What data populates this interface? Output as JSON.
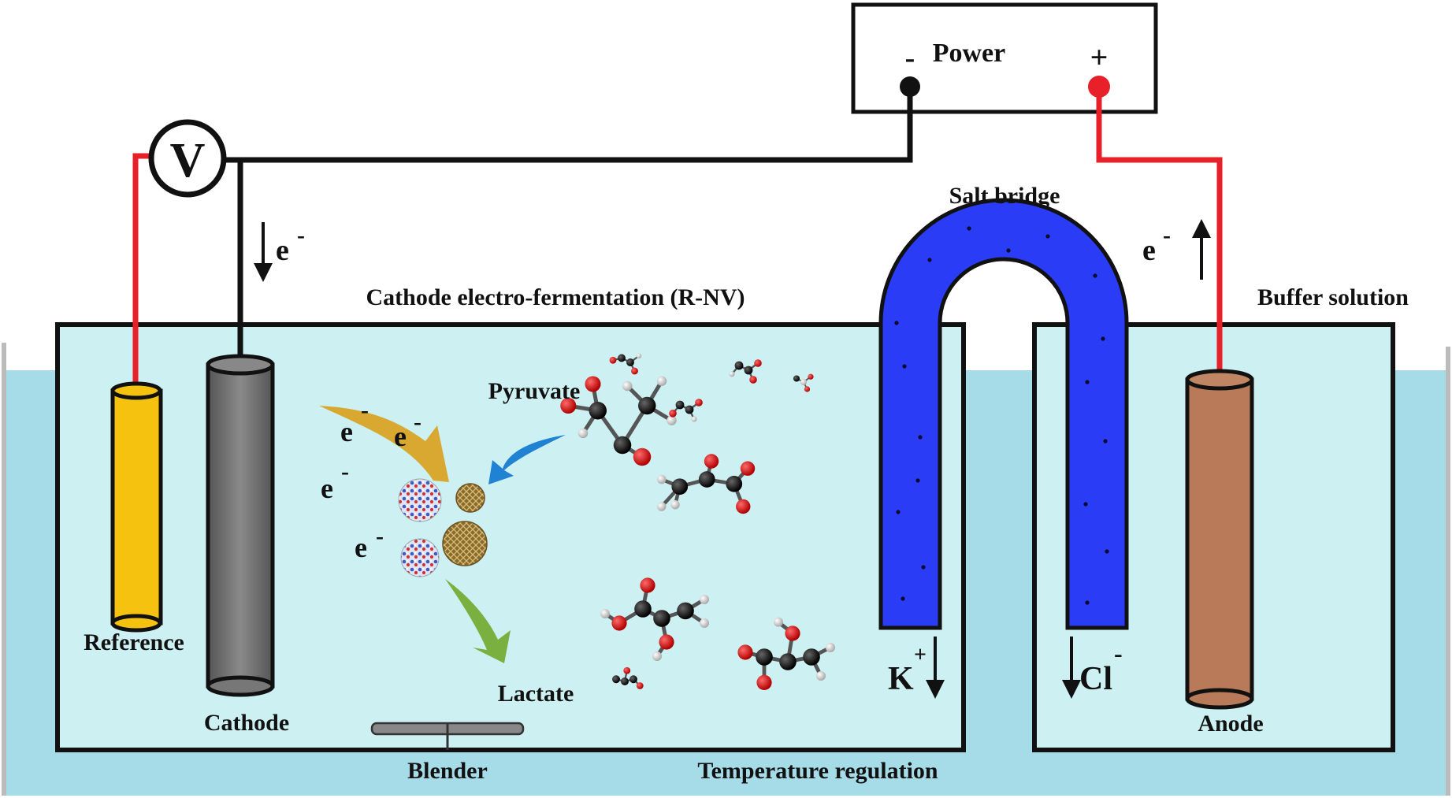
{
  "labels": {
    "power": "Power",
    "minus": "-",
    "plus": "+",
    "voltmeter": "V",
    "salt_bridge": "Salt bridge",
    "cathode_chamber": "Cathode electro-fermentation (R-NV)",
    "buffer_solution": "Buffer solution",
    "reference": "Reference",
    "cathode": "Cathode",
    "anode": "Anode",
    "pyruvate": "Pyruvate",
    "lactate": "Lactate",
    "blender": "Blender",
    "temperature": "Temperature regulation",
    "electron": "e",
    "electron_sup": "-",
    "k_ion": "K",
    "k_sup": "+",
    "cl_ion": "Cl",
    "cl_sup": "-"
  },
  "colors": {
    "bath_water": "#a6dbe8",
    "chamber_fill": "#cdf0f3",
    "red_wire": "#e8202a",
    "black_wire": "#111111",
    "reference_electrode": "#f5c20f",
    "cathode_electrode": "#777777",
    "anode_electrode": "#b87a58",
    "salt_bridge": "#2a3cf5",
    "electron_arrow": "#d9a01c",
    "pyruvate_arrow": "#1f82d2",
    "lactate_arrow": "#79b040",
    "atom_oxygen": "#d01010",
    "atom_carbon": "#1a1a1a",
    "atom_hydrogen": "#e6e6e6"
  }
}
